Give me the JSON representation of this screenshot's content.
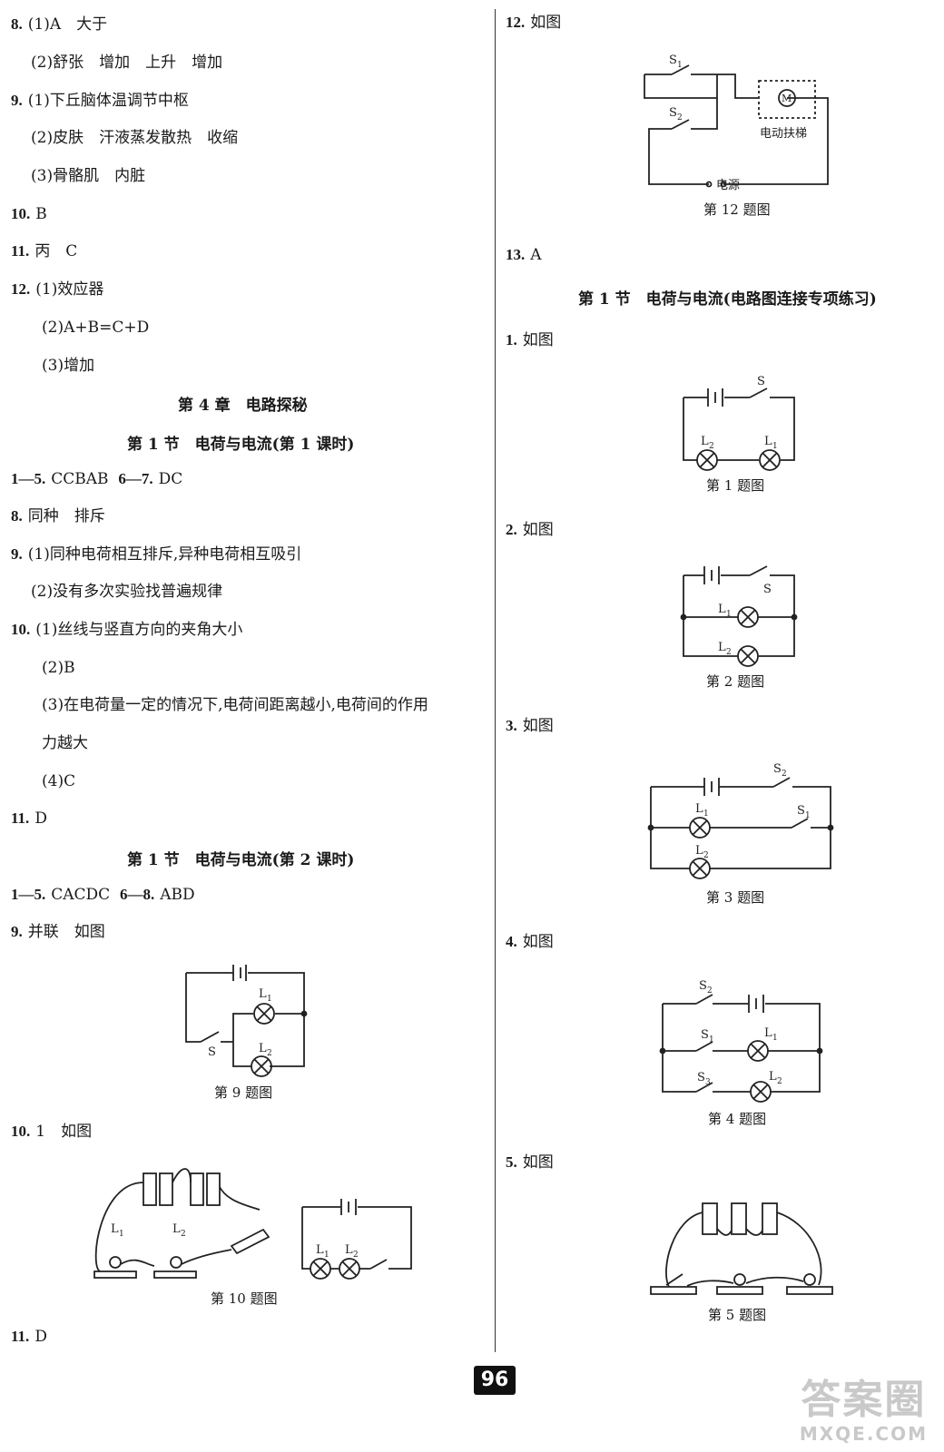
{
  "left": {
    "q8": {
      "num": "8.",
      "l1": "(1)A　大于",
      "l2": "(2)舒张　增加　上升　增加"
    },
    "q9": {
      "num": "9.",
      "l1": "(1)下丘脑体温调节中枢",
      "l2": "(2)皮肤　汗液蒸发散热　收缩",
      "l3": "(3)骨骼肌　内脏"
    },
    "q10": {
      "num": "10.",
      "text": "B"
    },
    "q11": {
      "num": "11.",
      "text": "丙　C"
    },
    "q12": {
      "num": "12.",
      "l1": "(1)效应器",
      "l2": "(2)A+B=C+D",
      "l3": "(3)增加"
    },
    "chapter": "第 4 章　电路探秘",
    "sec1": "第 1 节　电荷与电流(第 1 课时)",
    "s1": {
      "q1_7": {
        "num1": "1—5.",
        "ans1": "CCBAB",
        "num2": "6—7.",
        "ans2": "DC"
      },
      "q8": {
        "num": "8.",
        "text": "同种　排斥"
      },
      "q9": {
        "num": "9.",
        "l1": "(1)同种电荷相互排斥,异种电荷相互吸引",
        "l2": "(2)没有多次实验找普遍规律"
      },
      "q10": {
        "num": "10.",
        "l1": "(1)丝线与竖直方向的夹角大小",
        "l2": "(2)B",
        "l3": "(3)在电荷量一定的情况下,电荷间距离越小,电荷间的作用",
        "l4": "力越大",
        "l5": "(4)C"
      },
      "q11": {
        "num": "11.",
        "text": "D"
      }
    },
    "sec2": "第 1 节　电荷与电流(第 2 课时)",
    "s2": {
      "q1_8": {
        "num1": "1—5.",
        "ans1": "CACDC",
        "num2": "6—8.",
        "ans2": "ABD"
      },
      "q9": {
        "num": "9.",
        "text": "并联　如图",
        "caption": "第 9 题图"
      },
      "q10": {
        "num": "10.",
        "text": "1　如图",
        "caption": "第 10 题图"
      },
      "q11": {
        "num": "11.",
        "text": "D"
      }
    }
  },
  "right": {
    "q12": {
      "num": "12.",
      "text": "如图",
      "caption": "第 12 题图",
      "motor_label": "电动扶梯",
      "power_label": "电源"
    },
    "q13": {
      "num": "13.",
      "text": "A"
    },
    "sec": "第 1 节　电荷与电流(电路图连接专项练习)",
    "p1": {
      "num": "1.",
      "text": "如图",
      "caption": "第 1 题图"
    },
    "p2": {
      "num": "2.",
      "text": "如图",
      "caption": "第 2 题图"
    },
    "p3": {
      "num": "3.",
      "text": "如图",
      "caption": "第 3 题图"
    },
    "p4": {
      "num": "4.",
      "text": "如图",
      "caption": "第 4 题图"
    },
    "p5": {
      "num": "5.",
      "text": "如图",
      "caption": "第 5 题图"
    }
  },
  "labels": {
    "S": "S",
    "S1": "S",
    "S2": "S",
    "S3": "S",
    "L1": "L",
    "L2": "L",
    "M": "M",
    "sub1": "1",
    "sub2": "2",
    "sub3": "3"
  },
  "page_number": "96",
  "watermark": {
    "cn": "答案圈",
    "en": "MXQE.COM"
  }
}
